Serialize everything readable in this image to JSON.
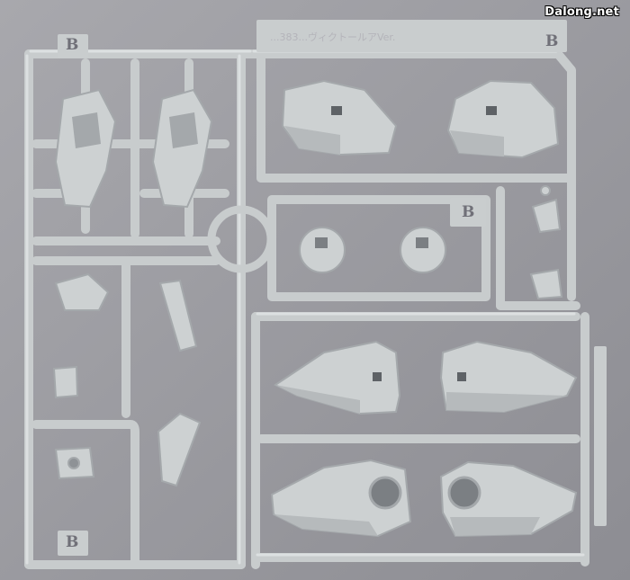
{
  "watermark": "Dalong.net",
  "sprue_letter": "B",
  "molded_text": "...383...ヴィクトールアVer.",
  "colors": {
    "background": "#9a9aa0",
    "plastic": "#cdd1d2",
    "plastic_shadow": "#a4a8ab",
    "plastic_highlight": "#e4e7e8"
  }
}
